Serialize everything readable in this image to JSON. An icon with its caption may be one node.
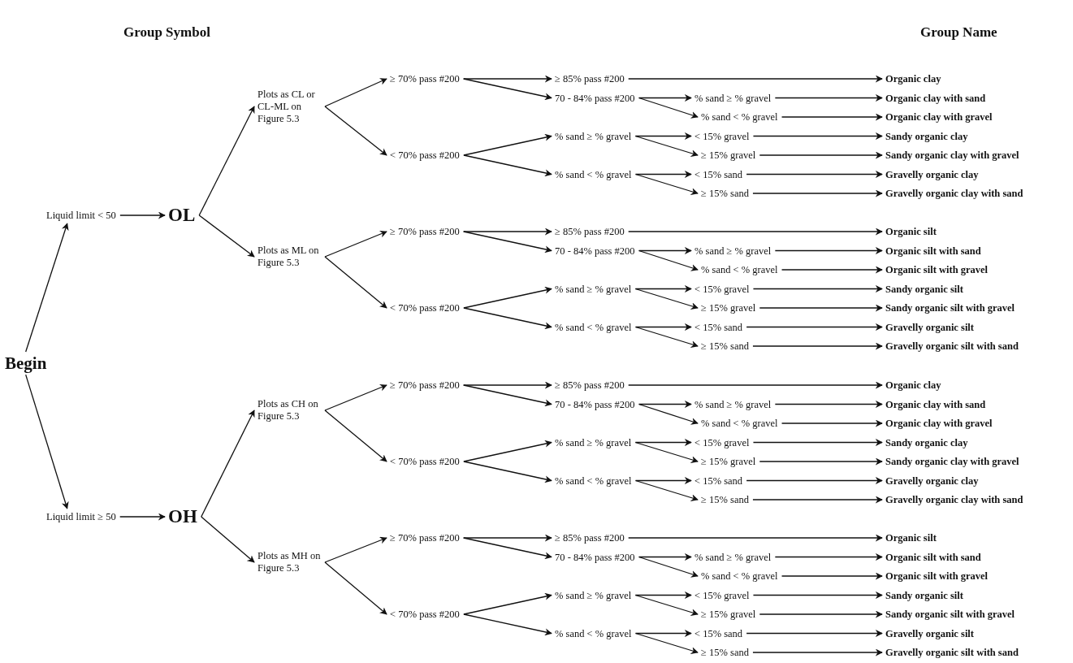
{
  "diagram": {
    "nodes": [
      {
        "text": [
          "Begin"
        ]
      },
      {
        "text": [
          "Liquid limit < 50"
        ]
      },
      {
        "text": [
          "OL"
        ]
      },
      {
        "text": [
          "Liquid limit ≥ 50"
        ]
      },
      {
        "text": [
          "OH"
        ]
      },
      {
        "text": [
          "Plots as CL or CL-ML on Figure 5.3"
        ]
      },
      {
        "text": [
          "Plots as ML on Figure 5.3"
        ]
      },
      {
        "text": [
          "Plots as CH on Figure 5.3"
        ]
      },
      {
        "text": [
          "Plots as MH on Figure 5.3"
        ]
      },
      {
        "text": [
          "≥ 70% pass #200"
        ]
      },
      {
        "text": [
          "≥ 85% pass #200"
        ]
      },
      {
        "text": [
          "70 - 84% pass #200"
        ]
      },
      {
        "text": [
          "% sand ≥ % gravel"
        ]
      },
      {
        "text": [
          "% sand < % gravel"
        ]
      },
      {
        "text": [
          "< 70% pass #200"
        ]
      },
      {
        "text": [
          "% sand ≥ % gravel"
        ]
      },
      {
        "text": [
          "% sand < % gravel"
        ]
      },
      {
        "text": [
          "< 15% gravel"
        ]
      },
      {
        "text": [
          "≥ 15% gravel"
        ]
      },
      {
        "text": [
          "< 15% sand"
        ]
      },
      {
        "text": [
          "≥ 15% sand"
        ]
      },
      {
        "text": [
          "Organic clay"
        ]
      },
      {
        "text": [
          "Organic clay with sand"
        ]
      },
      {
        "text": [
          "Organic clay with gravel"
        ]
      },
      {
        "text": [
          "Sandy organic clay"
        ]
      },
      {
        "text": [
          "Sandy organic clay with gravel"
        ]
      },
      {
        "text": [
          "Gravelly organic clay"
        ]
      },
      {
        "text": [
          "Gravelly organic clay with sand"
        ]
      },
      {
        "text": [
          "≥ 70% pass #200"
        ]
      },
      {
        "text": [
          "≥ 85% pass #200"
        ]
      },
      {
        "text": [
          "70 - 84% pass #200"
        ]
      },
      {
        "text": [
          "% sand ≥ % gravel"
        ]
      },
      {
        "text": [
          "% sand < % gravel"
        ]
      },
      {
        "text": [
          "< 70% pass #200"
        ]
      },
      {
        "text": [
          "% sand ≥ % gravel"
        ]
      },
      {
        "text": [
          "% sand < % gravel"
        ]
      },
      {
        "text": [
          "< 15% gravel"
        ]
      },
      {
        "text": [
          "≥ 15% gravel"
        ]
      },
      {
        "text": [
          "< 15% sand"
        ]
      },
      {
        "text": [
          "≥ 15% sand"
        ]
      },
      {
        "text": [
          "Organic silt"
        ]
      },
      {
        "text": [
          "Organic silt with sand"
        ]
      },
      {
        "text": [
          "Organic silt with gravel"
        ]
      },
      {
        "text": [
          "Sandy organic silt"
        ]
      },
      {
        "text": [
          "Sandy organic silt with gravel"
        ]
      },
      {
        "text": [
          "Gravelly organic silt"
        ]
      },
      {
        "text": [
          "Gravelly organic silt with sand"
        ]
      },
      {
        "text": [
          "≥ 70% pass #200"
        ]
      },
      {
        "text": [
          "≥ 85% pass #200"
        ]
      },
      {
        "text": [
          "70 - 84% pass #200"
        ]
      },
      {
        "text": [
          "% sand ≥ % gravel"
        ]
      },
      {
        "text": [
          "% sand < % gravel"
        ]
      },
      {
        "text": [
          "< 70% pass #200"
        ]
      },
      {
        "text": [
          "% sand ≥ % gravel"
        ]
      },
      {
        "text": [
          "% sand < % gravel"
        ]
      },
      {
        "text": [
          "< 15% gravel"
        ]
      },
      {
        "text": [
          "≥ 15% gravel"
        ]
      },
      {
        "text": [
          "< 15% sand"
        ]
      },
      {
        "text": [
          "≥ 15% sand"
        ]
      },
      {
        "text": [
          "Organic clay"
        ]
      },
      {
        "text": [
          "Organic clay with sand"
        ]
      },
      {
        "text": [
          "Organic clay with gravel"
        ]
      },
      {
        "text": [
          "Sandy organic clay"
        ]
      },
      {
        "text": [
          "Sandy organic clay with gravel"
        ]
      },
      {
        "text": [
          "Gravelly organic clay"
        ]
      },
      {
        "text": [
          "Gravelly organic clay with sand"
        ]
      },
      {
        "text": [
          "≥ 70% pass #200"
        ]
      },
      {
        "text": [
          "≥ 85% pass #200"
        ]
      },
      {
        "text": [
          "70 - 84% pass #200"
        ]
      },
      {
        "text": [
          "% sand ≥ % gravel"
        ]
      },
      {
        "text": [
          "% sand < % gravel"
        ]
      },
      {
        "text": [
          "< 70% pass #200"
        ]
      },
      {
        "text": [
          "% sand ≥ % gravel"
        ]
      },
      {
        "text": [
          "% sand < % gravel"
        ]
      },
      {
        "text": [
          "< 15% gravel"
        ]
      },
      {
        "text": [
          "≥ 15% gravel"
        ]
      },
      {
        "text": [
          "< 15% sand"
        ]
      },
      {
        "text": [
          "≥ 15% sand"
        ]
      },
      {
        "text": [
          "Organic silt"
        ]
      },
      {
        "text": [
          "Organic silt with sand"
        ]
      },
      {
        "text": [
          "Organic silt with gravel"
        ]
      },
      {
        "text": [
          "Sandy organic silt"
        ]
      },
      {
        "text": [
          "Sandy organic silt with gravel"
        ]
      },
      {
        "text": [
          "Gravelly organic silt"
        ]
      },
      {
        "text": [
          "Gravelly organic silt with sand"
        ]
      }
    ],
    "edges": [
      {
        "from": 0,
        "to": 1,
        "arrow": "to"
      },
      {
        "from": 0,
        "to": 3,
        "arrow": "to"
      },
      {
        "from": 1,
        "to": 2,
        "arrow": "to"
      },
      {
        "from": 3,
        "to": 4,
        "arrow": "to"
      },
      {
        "from": 2,
        "to": 5,
        "arrow": "to"
      },
      {
        "from": 2,
        "to": 6,
        "arrow": "to"
      },
      {
        "from": 4,
        "to": 7,
        "arrow": "to"
      },
      {
        "from": 4,
        "to": 8,
        "arrow": "to"
      },
      {
        "from": 5,
        "to": 9,
        "arrow": "to"
      },
      {
        "from": 5,
        "to": 14,
        "arrow": "to"
      },
      {
        "from": 9,
        "to": 10,
        "arrow": "to"
      },
      {
        "from": 9,
        "to": 11,
        "arrow": "to"
      },
      {
        "from": 10,
        "to": 21,
        "arrow": "to"
      },
      {
        "from": 11,
        "to": 12,
        "arrow": "to"
      },
      {
        "from": 11,
        "to": 13,
        "arrow": "to"
      },
      {
        "from": 12,
        "to": 22,
        "arrow": "to"
      },
      {
        "from": 13,
        "to": 23,
        "arrow": "to"
      },
      {
        "from": 14,
        "to": 15,
        "arrow": "to"
      },
      {
        "from": 14,
        "to": 16,
        "arrow": "to"
      },
      {
        "from": 15,
        "to": 17,
        "arrow": "to"
      },
      {
        "from": 15,
        "to": 18,
        "arrow": "to"
      },
      {
        "from": 16,
        "to": 19,
        "arrow": "to"
      },
      {
        "from": 16,
        "to": 20,
        "arrow": "to"
      },
      {
        "from": 17,
        "to": 24,
        "arrow": "to"
      },
      {
        "from": 18,
        "to": 25,
        "arrow": "to"
      },
      {
        "from": 19,
        "to": 26,
        "arrow": "to"
      },
      {
        "from": 20,
        "to": 27,
        "arrow": "to"
      },
      {
        "from": 6,
        "to": 28,
        "arrow": "to"
      },
      {
        "from": 6,
        "to": 33,
        "arrow": "to"
      },
      {
        "from": 28,
        "to": 29,
        "arrow": "to"
      },
      {
        "from": 28,
        "to": 30,
        "arrow": "to"
      },
      {
        "from": 29,
        "to": 40,
        "arrow": "to"
      },
      {
        "from": 30,
        "to": 31,
        "arrow": "to"
      },
      {
        "from": 30,
        "to": 32,
        "arrow": "to"
      },
      {
        "from": 31,
        "to": 41,
        "arrow": "to"
      },
      {
        "from": 32,
        "to": 42,
        "arrow": "to"
      },
      {
        "from": 33,
        "to": 34,
        "arrow": "to"
      },
      {
        "from": 33,
        "to": 35,
        "arrow": "to"
      },
      {
        "from": 34,
        "to": 36,
        "arrow": "to"
      },
      {
        "from": 34,
        "to": 37,
        "arrow": "to"
      },
      {
        "from": 35,
        "to": 38,
        "arrow": "to"
      },
      {
        "from": 35,
        "to": 39,
        "arrow": "to"
      },
      {
        "from": 36,
        "to": 43,
        "arrow": "to"
      },
      {
        "from": 37,
        "to": 44,
        "arrow": "to"
      },
      {
        "from": 38,
        "to": 45,
        "arrow": "to"
      },
      {
        "from": 39,
        "to": 46,
        "arrow": "to"
      },
      {
        "from": 7,
        "to": 47,
        "arrow": "to"
      },
      {
        "from": 7,
        "to": 52,
        "arrow": "to"
      },
      {
        "from": 47,
        "to": 48,
        "arrow": "to"
      },
      {
        "from": 47,
        "to": 49,
        "arrow": "to"
      },
      {
        "from": 48,
        "to": 59,
        "arrow": "to"
      },
      {
        "from": 49,
        "to": 50,
        "arrow": "to"
      },
      {
        "from": 49,
        "to": 51,
        "arrow": "to"
      },
      {
        "from": 50,
        "to": 60,
        "arrow": "to"
      },
      {
        "from": 51,
        "to": 61,
        "arrow": "to"
      },
      {
        "from": 52,
        "to": 53,
        "arrow": "to"
      },
      {
        "from": 52,
        "to": 54,
        "arrow": "to"
      },
      {
        "from": 53,
        "to": 55,
        "arrow": "to"
      },
      {
        "from": 53,
        "to": 56,
        "arrow": "to"
      },
      {
        "from": 54,
        "to": 57,
        "arrow": "to"
      },
      {
        "from": 54,
        "to": 58,
        "arrow": "to"
      },
      {
        "from": 55,
        "to": 62,
        "arrow": "to"
      },
      {
        "from": 56,
        "to": 63,
        "arrow": "to"
      },
      {
        "from": 57,
        "to": 64,
        "arrow": "to"
      },
      {
        "from": 58,
        "to": 65,
        "arrow": "to"
      },
      {
        "from": 8,
        "to": 66,
        "arrow": "to"
      },
      {
        "from": 8,
        "to": 71,
        "arrow": "to"
      },
      {
        "from": 66,
        "to": 67,
        "arrow": "to"
      },
      {
        "from": 66,
        "to": 68,
        "arrow": "to"
      },
      {
        "from": 67,
        "to": 78,
        "arrow": "to"
      },
      {
        "from": 68,
        "to": 69,
        "arrow": "to"
      },
      {
        "from": 68,
        "to": 70,
        "arrow": "to"
      },
      {
        "from": 69,
        "to": 79,
        "arrow": "to"
      },
      {
        "from": 70,
        "to": 80,
        "arrow": "to"
      },
      {
        "from": 71,
        "to": 72,
        "arrow": "to"
      },
      {
        "from": 71,
        "to": 73,
        "arrow": "to"
      },
      {
        "from": 72,
        "to": 74,
        "arrow": "to"
      },
      {
        "from": 72,
        "to": 75,
        "arrow": "to"
      },
      {
        "from": 73,
        "to": 76,
        "arrow": "to"
      },
      {
        "from": 73,
        "to": 77,
        "arrow": "to"
      },
      {
        "from": 74,
        "to": 81,
        "arrow": "to"
      },
      {
        "from": 75,
        "to": 82,
        "arrow": "to"
      },
      {
        "from": 76,
        "to": 83,
        "arrow": "to"
      },
      {
        "from": 77,
        "to": 84,
        "arrow": "to"
      }
    ],
    "labels": [
      "Group Symbol",
      "Group Name"
    ]
  }
}
